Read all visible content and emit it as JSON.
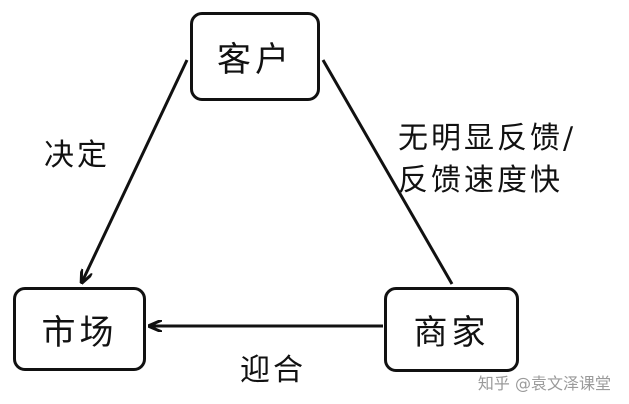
{
  "nodes": {
    "customer": "客户",
    "market": "市场",
    "merchant": "商家"
  },
  "edges": {
    "customer_to_market": "决定",
    "merchant_customer_line1": "无明显反馈/",
    "merchant_customer_line2": "反馈速度快",
    "merchant_to_market": "迎合"
  },
  "watermark": "知乎 @袁文泽课堂"
}
